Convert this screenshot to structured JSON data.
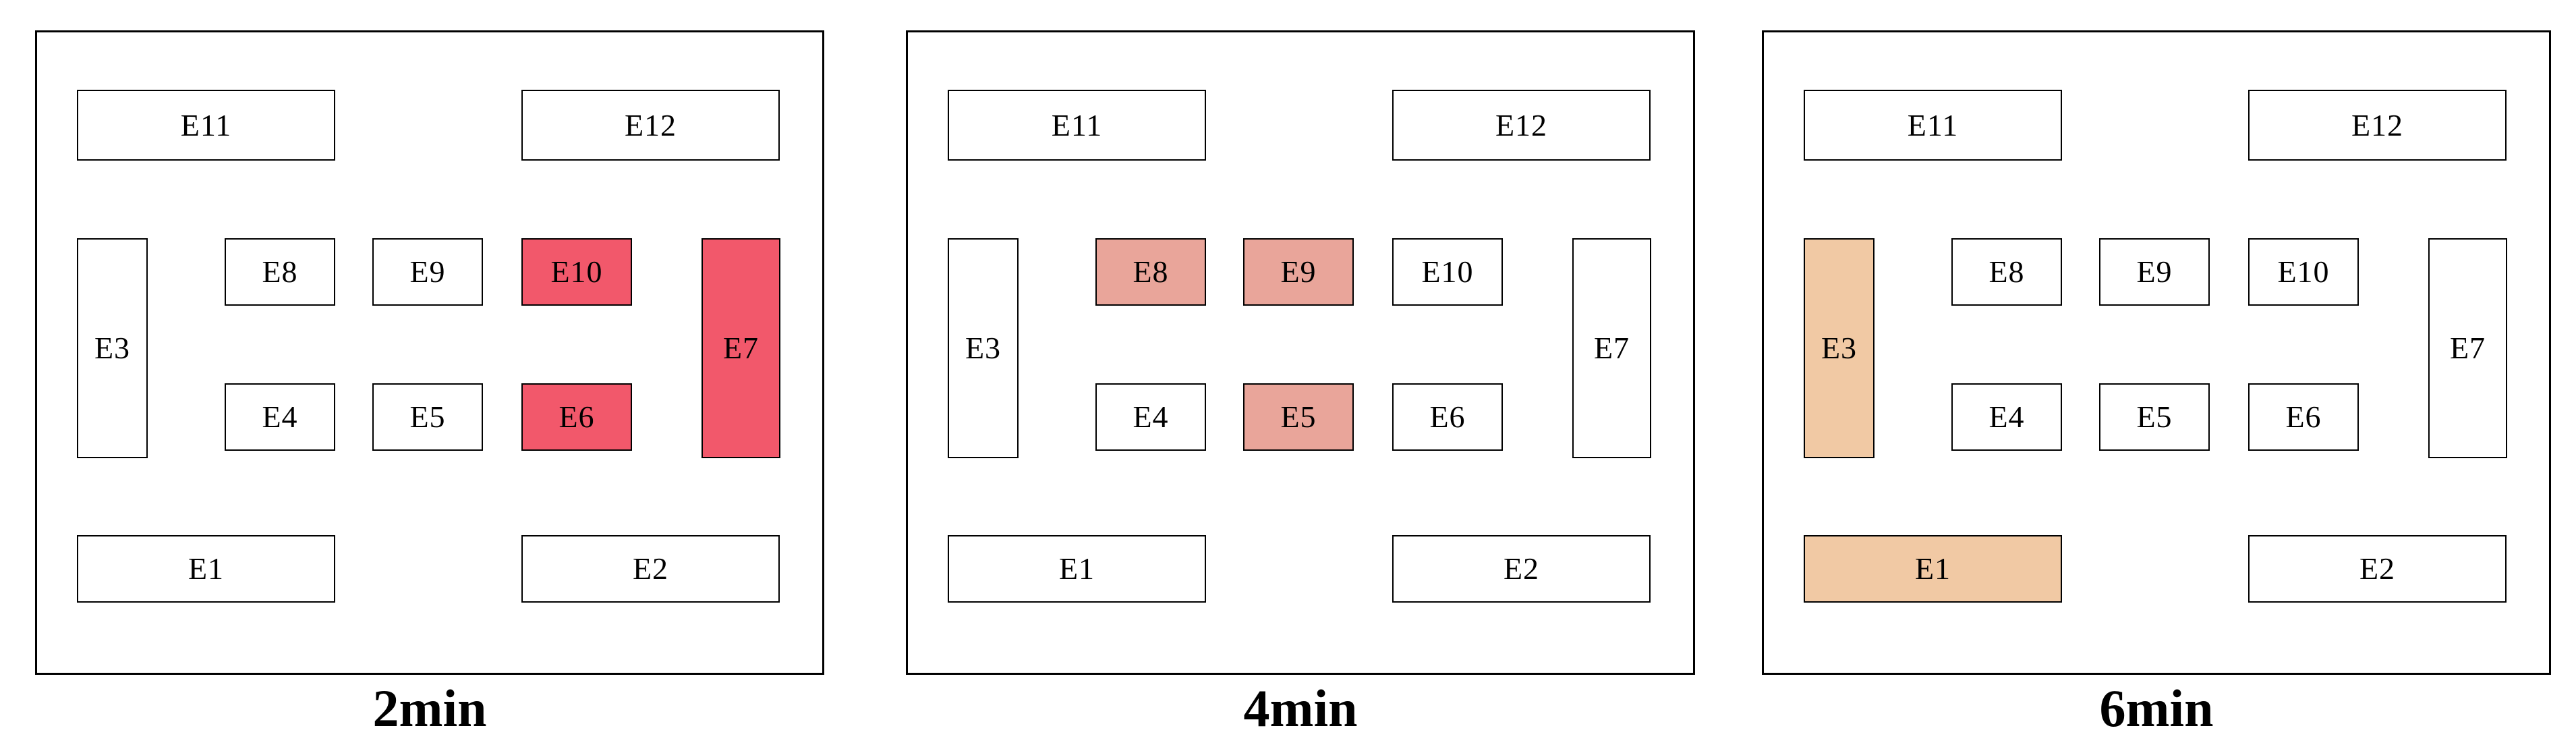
{
  "figure": {
    "background_color": "#ffffff",
    "line_color": "#000000",
    "room_fill_default": "#ffffff",
    "room_labels": [
      "E1",
      "E2",
      "E3",
      "E4",
      "E5",
      "E6",
      "E7",
      "E8",
      "E9",
      "E10",
      "E11",
      "E12"
    ],
    "panels": [
      {
        "title": "2min",
        "highlight_color": "#f2586b",
        "highlighted_rooms": [
          "E6",
          "E7",
          "E10"
        ]
      },
      {
        "title": "4min",
        "highlight_color": "#e9a59a",
        "highlighted_rooms": [
          "E5",
          "E8",
          "E9"
        ]
      },
      {
        "title": "6min",
        "highlight_color": "#f1c9a4",
        "highlighted_rooms": [
          "E1",
          "E3"
        ]
      }
    ]
  }
}
